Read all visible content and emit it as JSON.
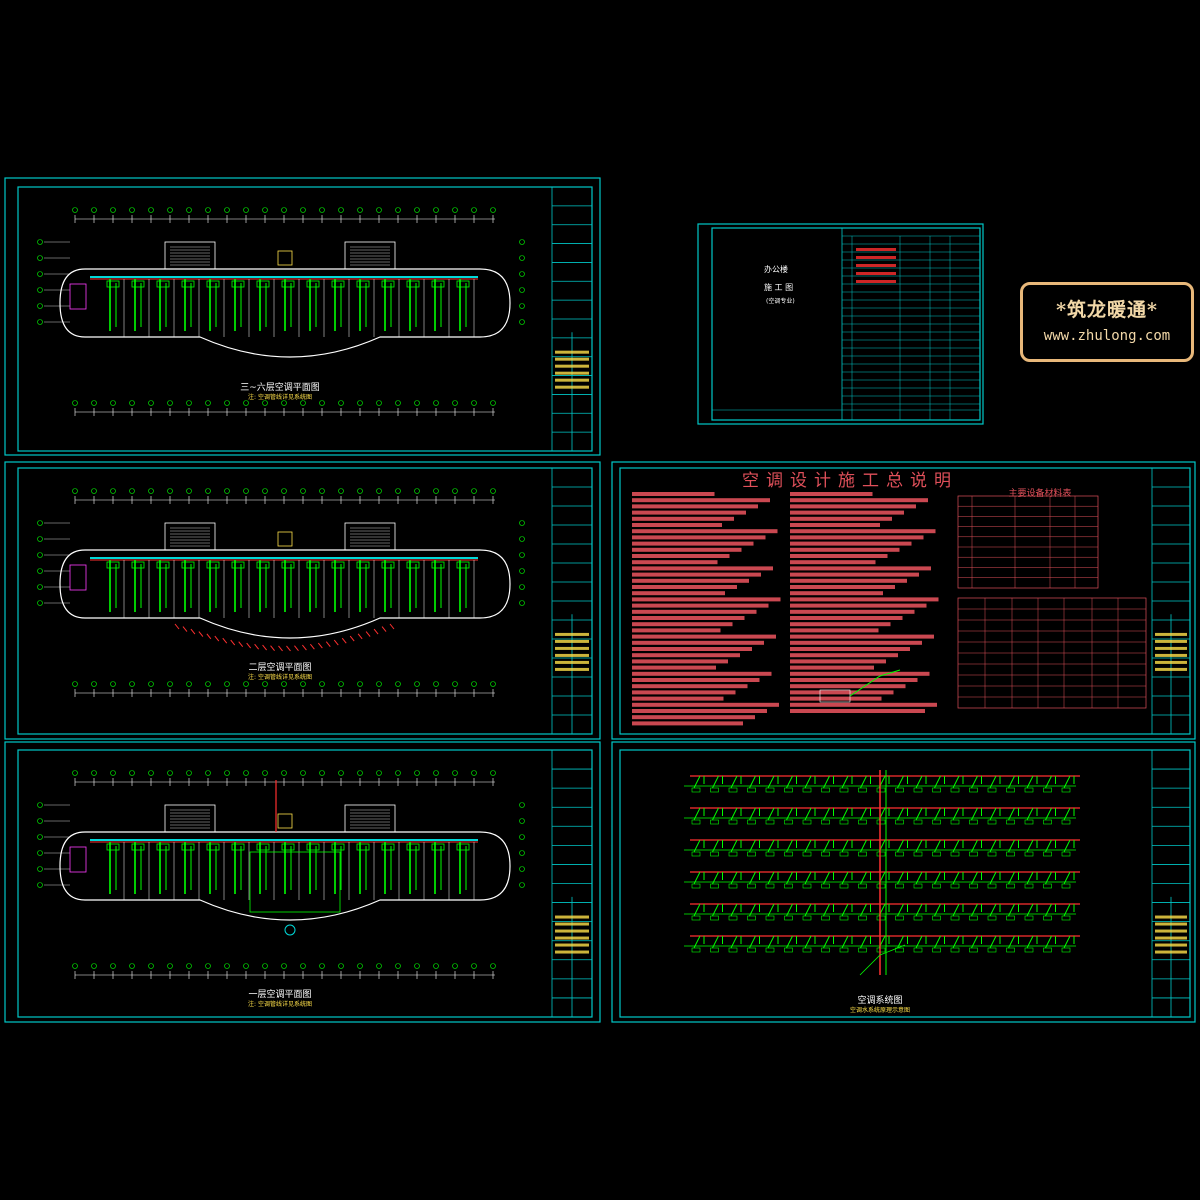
{
  "watermark": {
    "title": "*筑龙暖通*",
    "url": "www.zhulong.com"
  },
  "cover": {
    "line1": "办公楼",
    "line2": "施 工 图",
    "line3": "(空调专业)"
  },
  "notes": {
    "title": "空调设计施工总说明",
    "equipment_table_title": "主要设备材料表"
  },
  "sheets": {
    "plan_top": {
      "title": "三~六层空调平面图",
      "subtitle": "注: 空调管线详见系统图"
    },
    "plan_mid": {
      "title": "二层空调平面图",
      "subtitle": "注: 空调管线详见系统图"
    },
    "plan_bottom": {
      "title": "一层空调平面图",
      "subtitle": "注: 空调管线详见系统图"
    },
    "system": {
      "title": "空调系统图",
      "subtitle": "空调水系统原理示意图"
    }
  },
  "colors": {
    "frame": "#00c8c8",
    "wall": "#ffffff",
    "duct": "#00ff00",
    "pipe": "#ff3030",
    "text_note": "#e0505a",
    "dim": "#ffffff"
  }
}
